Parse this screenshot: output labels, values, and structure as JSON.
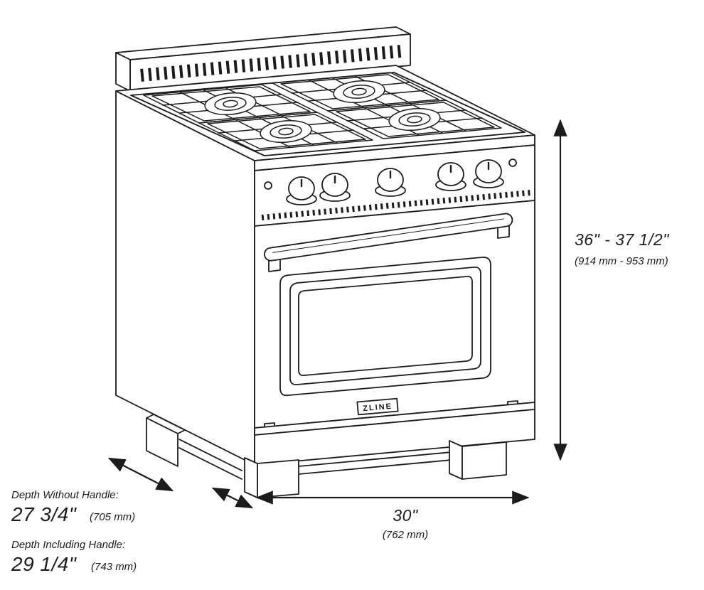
{
  "page": {
    "background": "#ffffff",
    "line_color": "#1c1c1c"
  },
  "brand": {
    "logo": "ZLINE"
  },
  "dimensions": {
    "height": {
      "value": "36\" - 37 1/2\"",
      "metric": "(914 mm - 953 mm)"
    },
    "width": {
      "value": "30\"",
      "metric": "(762 mm)"
    },
    "depth_without_handle": {
      "label": "Depth Without Handle:",
      "value": "27 3/4\"",
      "metric": "(705 mm)"
    },
    "depth_including_handle": {
      "label": "Depth Including Handle:",
      "value": "29 1/4\"",
      "metric": "(743 mm)"
    }
  }
}
